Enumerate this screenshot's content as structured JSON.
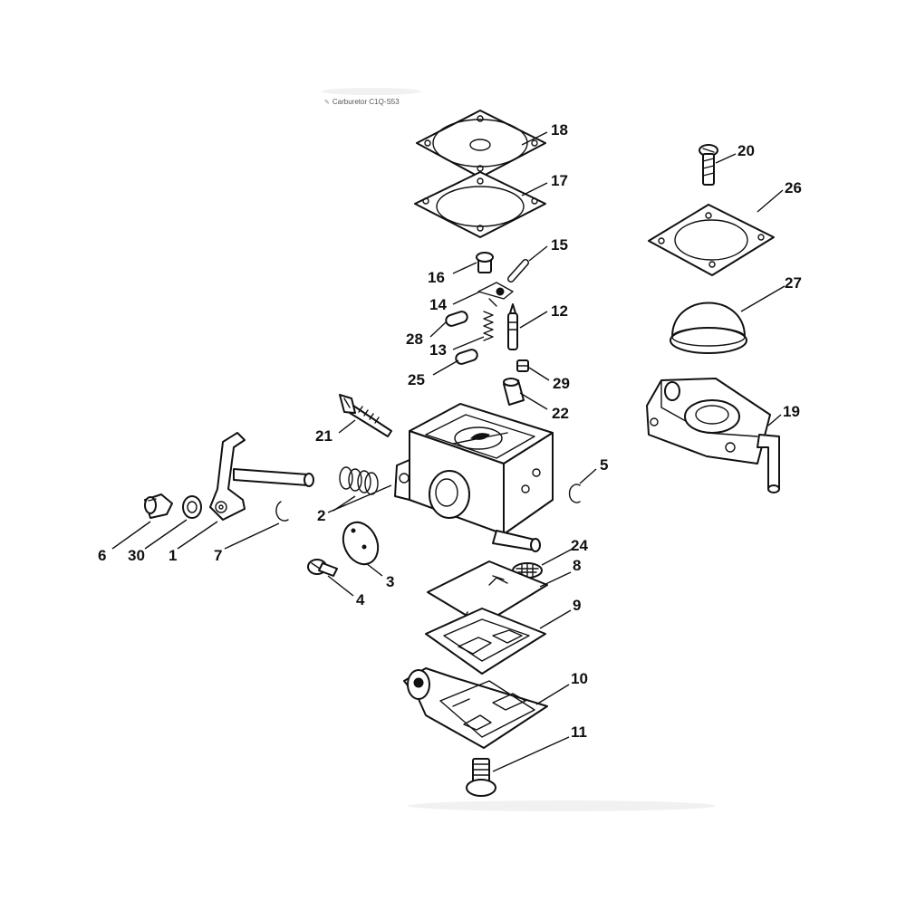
{
  "caption": {
    "text": "Carburetor C1Q-S53",
    "icon": "pencil-icon"
  },
  "parts": {
    "p1": "1",
    "p2": "2",
    "p3": "3",
    "p4": "4",
    "p5": "5",
    "p6": "6",
    "p7": "7",
    "p8": "8",
    "p9": "9",
    "p10": "10",
    "p11": "11",
    "p12": "12",
    "p13": "13",
    "p14": "14",
    "p15": "15",
    "p16": "16",
    "p17": "17",
    "p18": "18",
    "p19": "19",
    "p20": "20",
    "p21": "21",
    "p22": "22",
    "p24": "24",
    "p25": "25",
    "p26": "26",
    "p27": "27",
    "p28": "28",
    "p29": "29",
    "p30": "30"
  },
  "colors": {
    "line": "#111111",
    "background": "#ffffff"
  }
}
